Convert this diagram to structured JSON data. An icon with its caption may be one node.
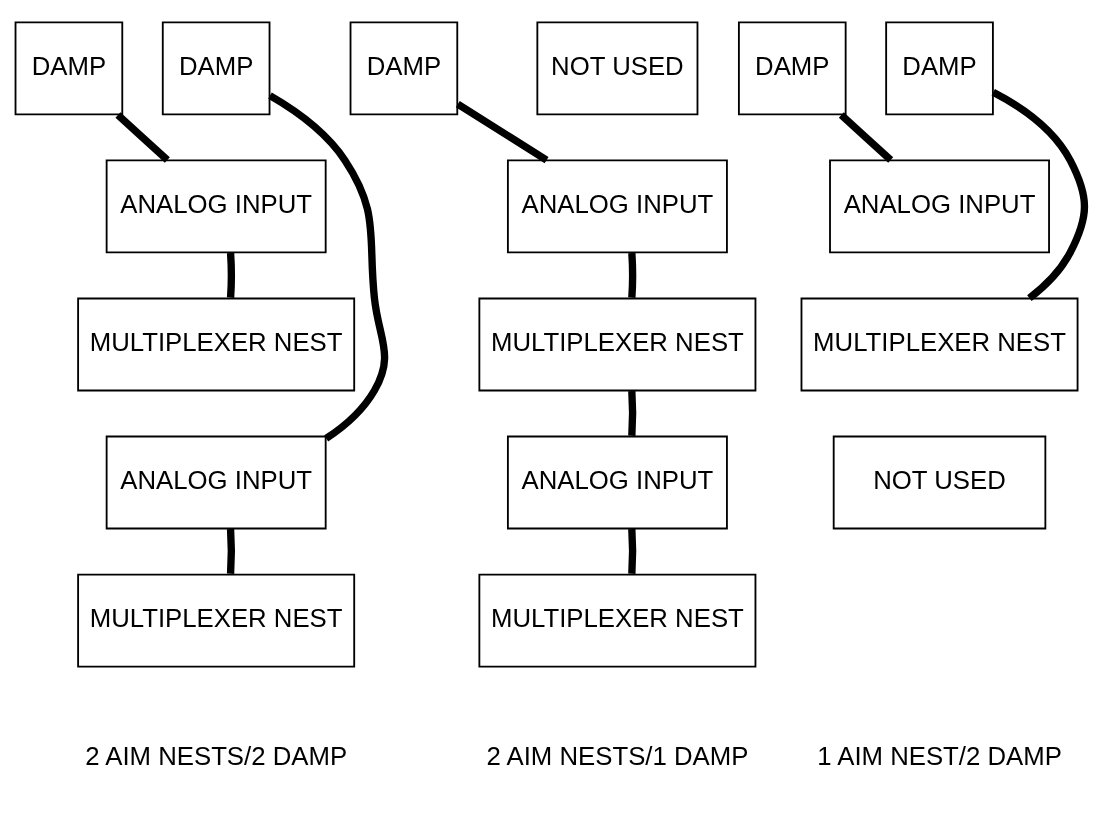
{
  "diagram": {
    "nodes": [
      {
        "text": [
          "DAMP"
        ]
      },
      {
        "text": [
          "DAMP"
        ]
      },
      {
        "text": [
          "ANALOG INPUT"
        ]
      },
      {
        "text": [
          "MULTIPLEXER NEST"
        ]
      },
      {
        "text": [
          "ANALOG INPUT"
        ]
      },
      {
        "text": [
          "MULTIPLEXER NEST"
        ]
      },
      {
        "text": [
          "DAMP"
        ]
      },
      {
        "text": [
          "NOT USED"
        ]
      },
      {
        "text": [
          "ANALOG INPUT"
        ]
      },
      {
        "text": [
          "MULTIPLEXER NEST"
        ]
      },
      {
        "text": [
          "ANALOG INPUT"
        ]
      },
      {
        "text": [
          "MULTIPLEXER NEST"
        ]
      },
      {
        "text": [
          "DAMP"
        ]
      },
      {
        "text": [
          "DAMP"
        ]
      },
      {
        "text": [
          "ANALOG INPUT"
        ]
      },
      {
        "text": [
          "MULTIPLEXER NEST"
        ]
      },
      {
        "text": [
          "NOT USED"
        ]
      }
    ],
    "edges": [
      {
        "from": 0,
        "to": 2,
        "arrow": "none"
      },
      {
        "from": 1,
        "to": 4,
        "arrow": "none"
      },
      {
        "from": 2,
        "to": 3,
        "arrow": "none"
      },
      {
        "from": 4,
        "to": 5,
        "arrow": "none"
      },
      {
        "from": 6,
        "to": 8,
        "arrow": "none"
      },
      {
        "from": 8,
        "to": 9,
        "arrow": "none"
      },
      {
        "from": 9,
        "to": 10,
        "arrow": "none"
      },
      {
        "from": 10,
        "to": 11,
        "arrow": "none"
      },
      {
        "from": 12,
        "to": 14,
        "arrow": "none"
      },
      {
        "from": 13,
        "to": 15,
        "arrow": "none"
      }
    ],
    "labels": [
      "2 AIM NESTS/2 DAMP",
      "2 AIM NESTS/1 DAMP",
      "1 AIM NEST/2 DAMP"
    ]
  }
}
